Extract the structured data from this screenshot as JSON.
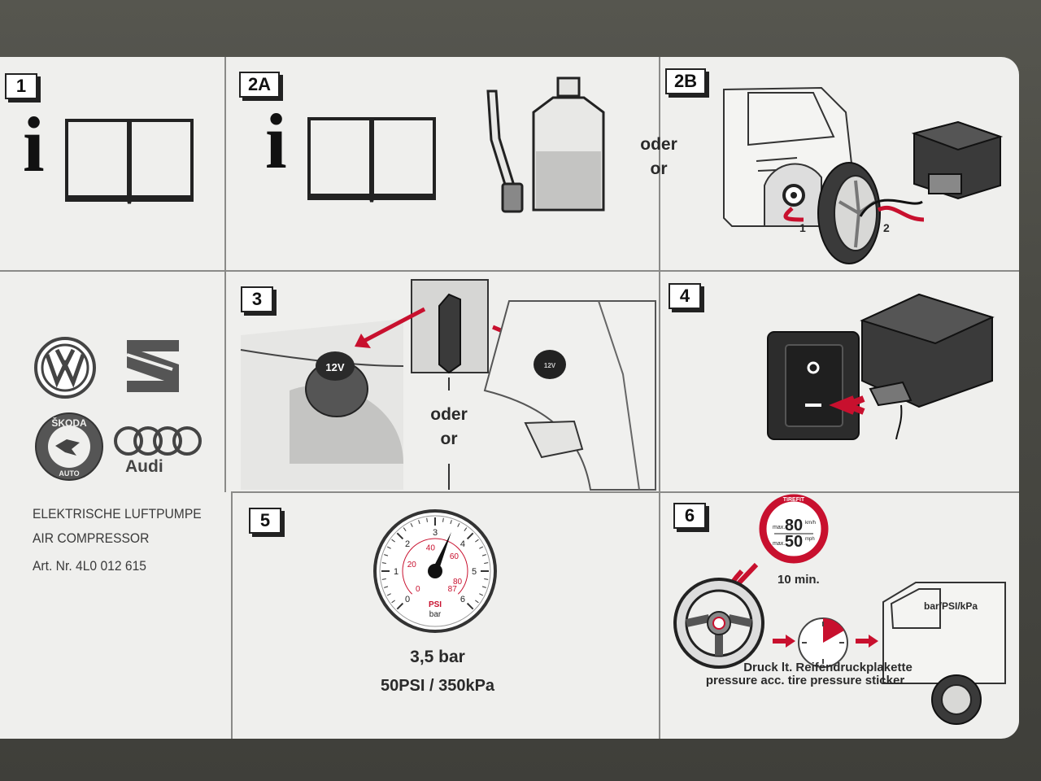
{
  "panels": {
    "p1": {
      "step": "1"
    },
    "p2a": {
      "step": "2A"
    },
    "p2b": {
      "step": "2B",
      "label_1": "1",
      "label_2": "2"
    },
    "p3": {
      "step": "3",
      "socket_label": "12V",
      "socket2_label": "12V"
    },
    "p4": {
      "step": "4"
    },
    "p5": {
      "step": "5",
      "value_bar": "3,5 bar",
      "value_alt": "50PSI / 350kPa"
    },
    "p6": {
      "step": "6",
      "tirefit": "TIREFIT",
      "speed_kmh": "max. 80 km/h",
      "speed_kmh_num": "80",
      "speed_kmh_unit": "km/h",
      "speed_mph_num": "50",
      "speed_mph_unit": "mph",
      "max_label": "max.",
      "time": "10 min.",
      "units": "bar/PSI/kPa",
      "caption_de": "Druck lt. Reifendruckplakette",
      "caption_en": "pressure acc. tire pressure sticker"
    }
  },
  "separator": {
    "de": "oder",
    "en": "or"
  },
  "brands": {
    "audi": "Audi",
    "skoda": "ŠKODA",
    "skoda_sub": "AUTO"
  },
  "product": {
    "name_de": "ELEKTRISCHE LUFTPUMPE",
    "name_en": "AIR COMPRESSOR",
    "art_nr": "Art. Nr. 4L0 012 615"
  },
  "gauge": {
    "bar_ticks": [
      "0",
      "1",
      "2",
      "3",
      "4",
      "5",
      "6"
    ],
    "psi_ticks": [
      "0",
      "20",
      "40",
      "60",
      "80",
      "87"
    ],
    "psi_label": "PSI",
    "bar_label": "bar",
    "needle_bar": 3.5,
    "bar_max": 6
  },
  "colors": {
    "accent_red": "#c8102e",
    "line": "#8a8a88",
    "ink": "#2a2a2a"
  }
}
